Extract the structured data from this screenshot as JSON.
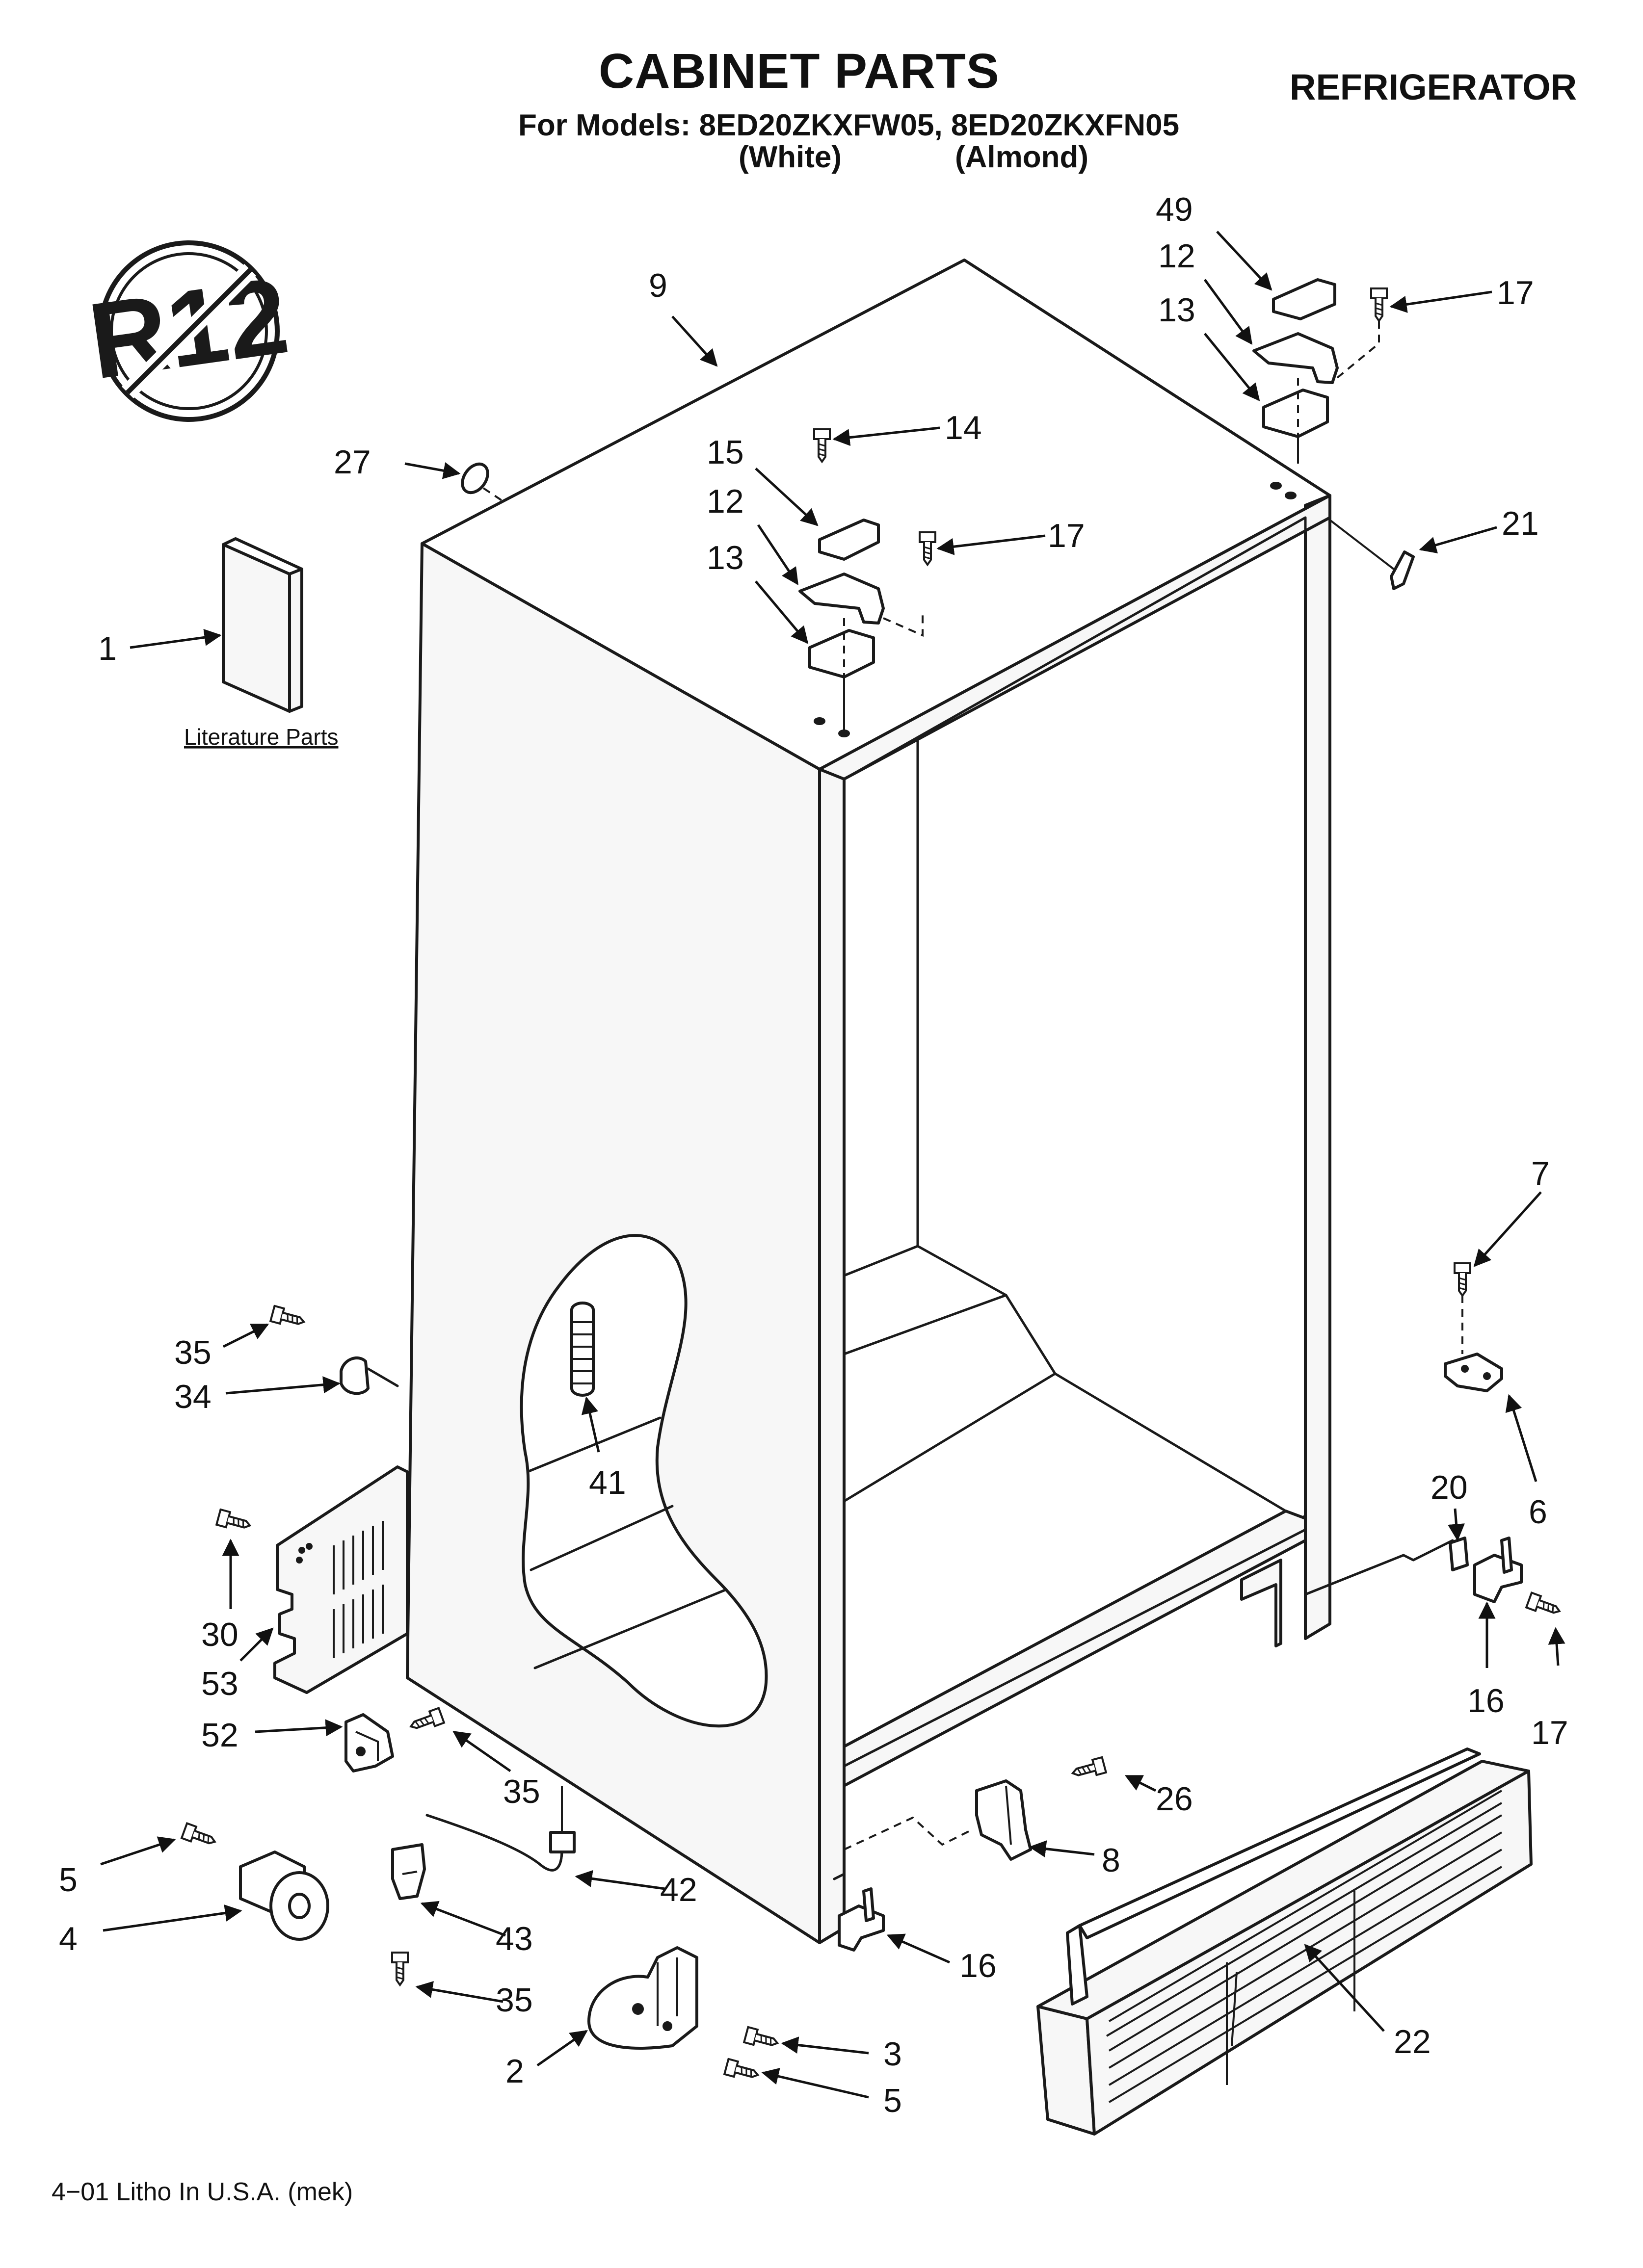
{
  "header": {
    "title": "CABINET PARTS",
    "subtitle": "For Models: 8ED20ZKXFW05, 8ED20ZKXFN05",
    "white_label": "(White)",
    "almond_label": "(Almond)",
    "category": "REFRIGERATOR"
  },
  "badge": {
    "text": "R12",
    "icon": "no-r12-prohibition-icon"
  },
  "literature": {
    "label": "Literature Parts"
  },
  "footer": {
    "text": "4−01 Litho In U.S.A. (mek)"
  },
  "callouts": [
    "9",
    "27",
    "1",
    "15",
    "12",
    "13",
    "14",
    "17",
    "49",
    "12",
    "13",
    "17",
    "21",
    "7",
    "6",
    "20",
    "16",
    "17",
    "35",
    "34",
    "41",
    "30",
    "53",
    "52",
    "35",
    "5",
    "4",
    "42",
    "43",
    "35",
    "2",
    "3",
    "5",
    "26",
    "8",
    "16",
    "22"
  ]
}
